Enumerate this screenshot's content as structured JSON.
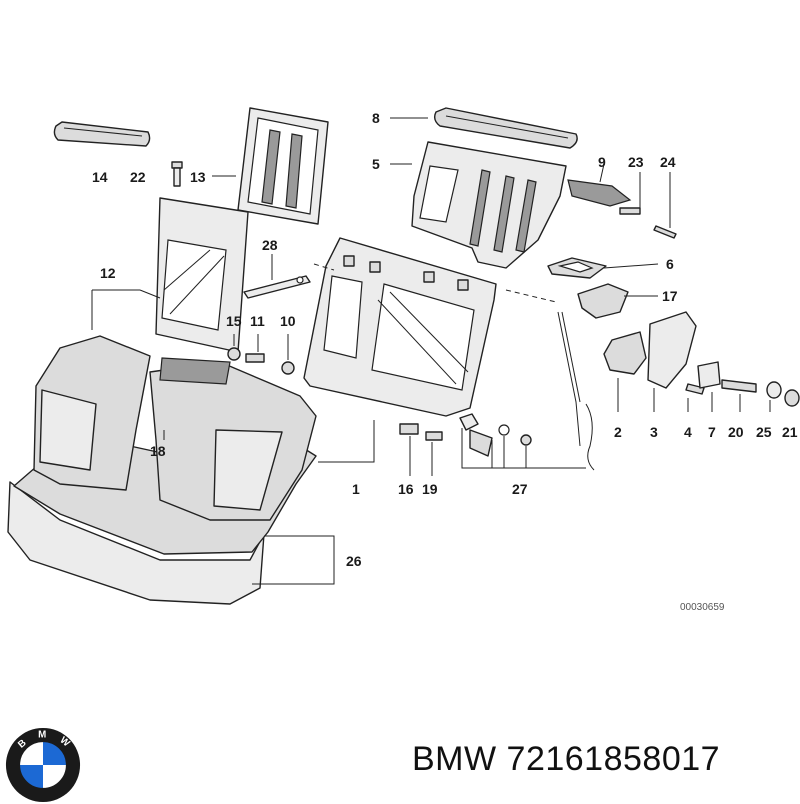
{
  "caption": {
    "brand": "BMW",
    "part_number": "72161858017"
  },
  "drawing_code": "00030659",
  "logo": {
    "text": [
      "B",
      "M",
      "W"
    ],
    "colors": {
      "blue": "#1c69d4",
      "ring": "#1a1a1a",
      "white": "#ffffff"
    }
  },
  "callouts": [
    {
      "id": "c14",
      "label": "14"
    },
    {
      "id": "c22",
      "label": "22"
    },
    {
      "id": "c13",
      "label": "13"
    },
    {
      "id": "c8",
      "label": "8"
    },
    {
      "id": "c5",
      "label": "5"
    },
    {
      "id": "c9",
      "label": "9"
    },
    {
      "id": "c23",
      "label": "23"
    },
    {
      "id": "c24",
      "label": "24"
    },
    {
      "id": "c28",
      "label": "28"
    },
    {
      "id": "c6",
      "label": "6"
    },
    {
      "id": "c12",
      "label": "12"
    },
    {
      "id": "c17",
      "label": "17"
    },
    {
      "id": "c15",
      "label": "15"
    },
    {
      "id": "c11",
      "label": "11"
    },
    {
      "id": "c10",
      "label": "10"
    },
    {
      "id": "c18",
      "label": "18"
    },
    {
      "id": "c2",
      "label": "2"
    },
    {
      "id": "c3",
      "label": "3"
    },
    {
      "id": "c4",
      "label": "4"
    },
    {
      "id": "c7",
      "label": "7"
    },
    {
      "id": "c20",
      "label": "20"
    },
    {
      "id": "c25",
      "label": "25"
    },
    {
      "id": "c21",
      "label": "21"
    },
    {
      "id": "c1",
      "label": "1"
    },
    {
      "id": "c16",
      "label": "16"
    },
    {
      "id": "c19",
      "label": "19"
    },
    {
      "id": "c27",
      "label": "27"
    },
    {
      "id": "c26",
      "label": "26"
    }
  ]
}
